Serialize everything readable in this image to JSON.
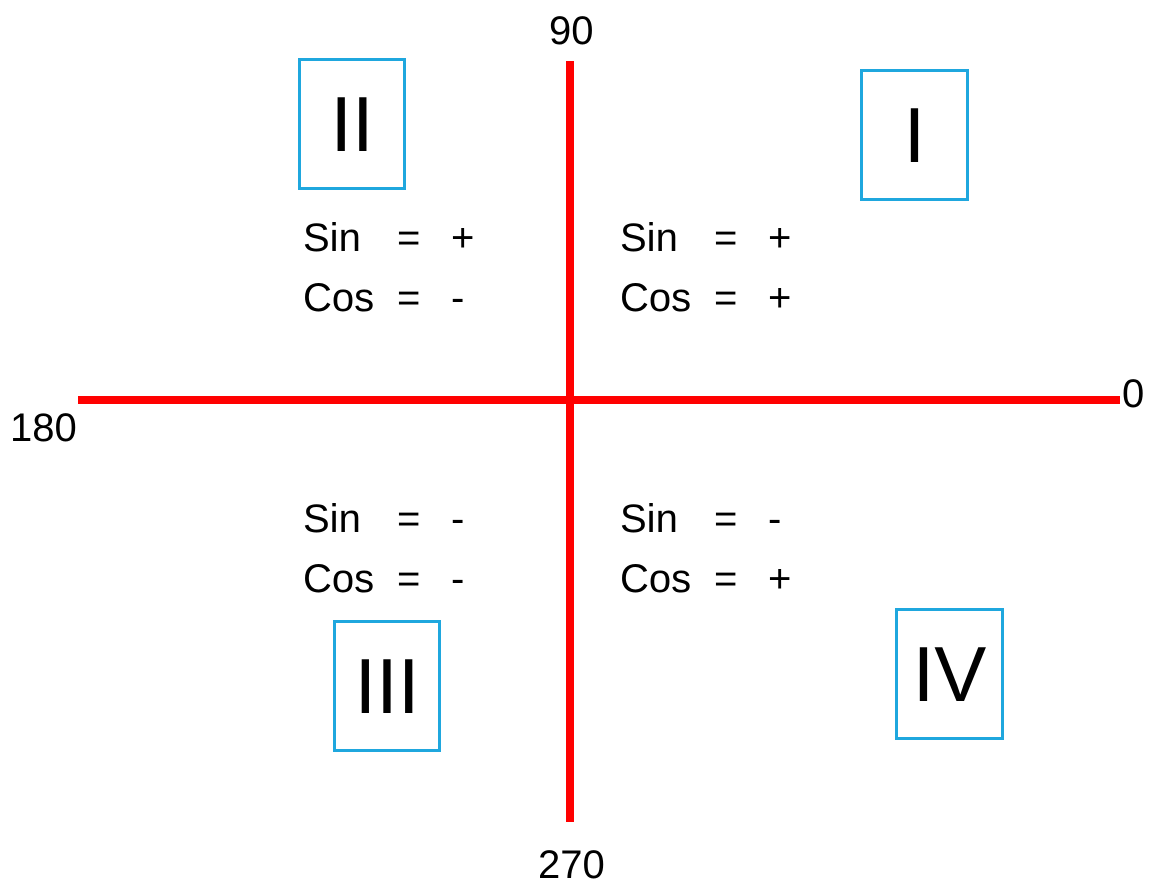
{
  "axes": {
    "top_label": "90",
    "right_label": "0",
    "left_label": "180",
    "bottom_label": "270",
    "color": "#ff0000"
  },
  "box_color": "#1fa7de",
  "quadrants": {
    "I": {
      "numeral": "I",
      "sin_label": "Sin",
      "sin_eq": "=",
      "sin_sign": "+",
      "cos_label": "Cos",
      "cos_eq": "=",
      "cos_sign": "+"
    },
    "II": {
      "numeral": "II",
      "sin_label": "Sin",
      "sin_eq": "=",
      "sin_sign": "+",
      "cos_label": "Cos",
      "cos_eq": "=",
      "cos_sign": "-"
    },
    "III": {
      "numeral": "III",
      "sin_label": "Sin",
      "sin_eq": "=",
      "sin_sign": "-",
      "cos_label": "Cos",
      "cos_eq": "=",
      "cos_sign": "-"
    },
    "IV": {
      "numeral": "IV",
      "sin_label": "Sin",
      "sin_eq": "=",
      "sin_sign": "-",
      "cos_label": "Cos",
      "cos_eq": "=",
      "cos_sign": "+"
    }
  }
}
